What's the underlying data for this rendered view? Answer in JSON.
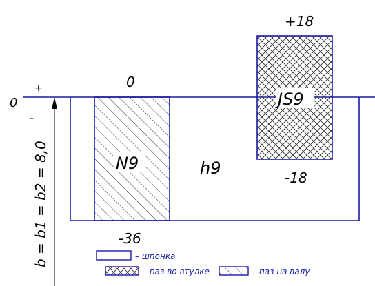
{
  "zero_line": {
    "zero_label": "0",
    "plus_sign": "+",
    "minus_sign": "–"
  },
  "labels": {
    "n9_upper": "0",
    "n9_lower": "-36",
    "n9": "N9",
    "h9": "h9",
    "js9": "JS9",
    "js9_upper": "+18",
    "js9_lower": "-18",
    "dimension": "b = b1 = b2 = 8,0"
  },
  "legend": {
    "key": "– шпонка",
    "hub_slot": "– паз во втулке",
    "shaft_slot": "– паз на валу"
  },
  "colors": {
    "outline": "#1a1aa8",
    "hatch": "#333333"
  }
}
